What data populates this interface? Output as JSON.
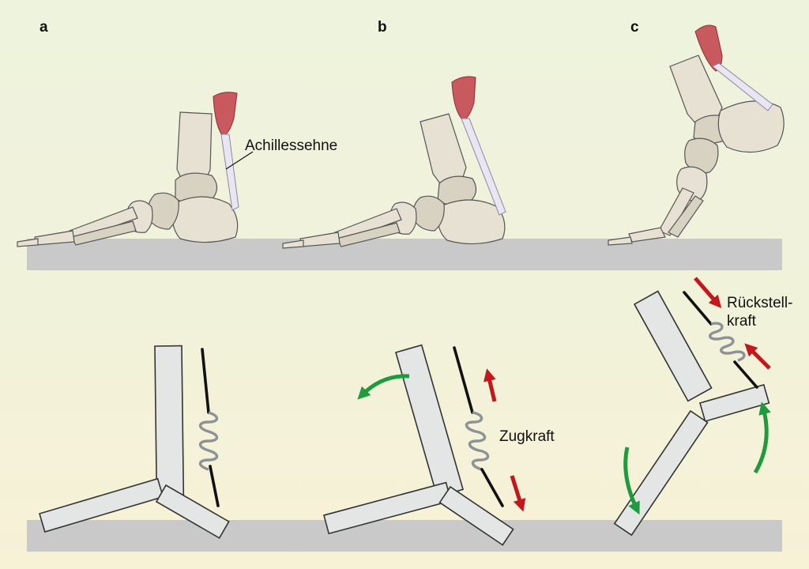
{
  "panels": [
    {
      "letter": "a"
    },
    {
      "letter": "b"
    },
    {
      "letter": "c"
    }
  ],
  "labels": {
    "achilles": "Achillessehne",
    "pull_force": "Zugkraft",
    "restoring_force_line1": "Rückstell-",
    "restoring_force_line2": "kraft"
  },
  "colors": {
    "background": "#eef3dd",
    "ground": "#c9c9ca",
    "arrow_red": "#c4161c",
    "arrow_green": "#1e9b3c",
    "bar_fill": "#e4e6e6"
  }
}
